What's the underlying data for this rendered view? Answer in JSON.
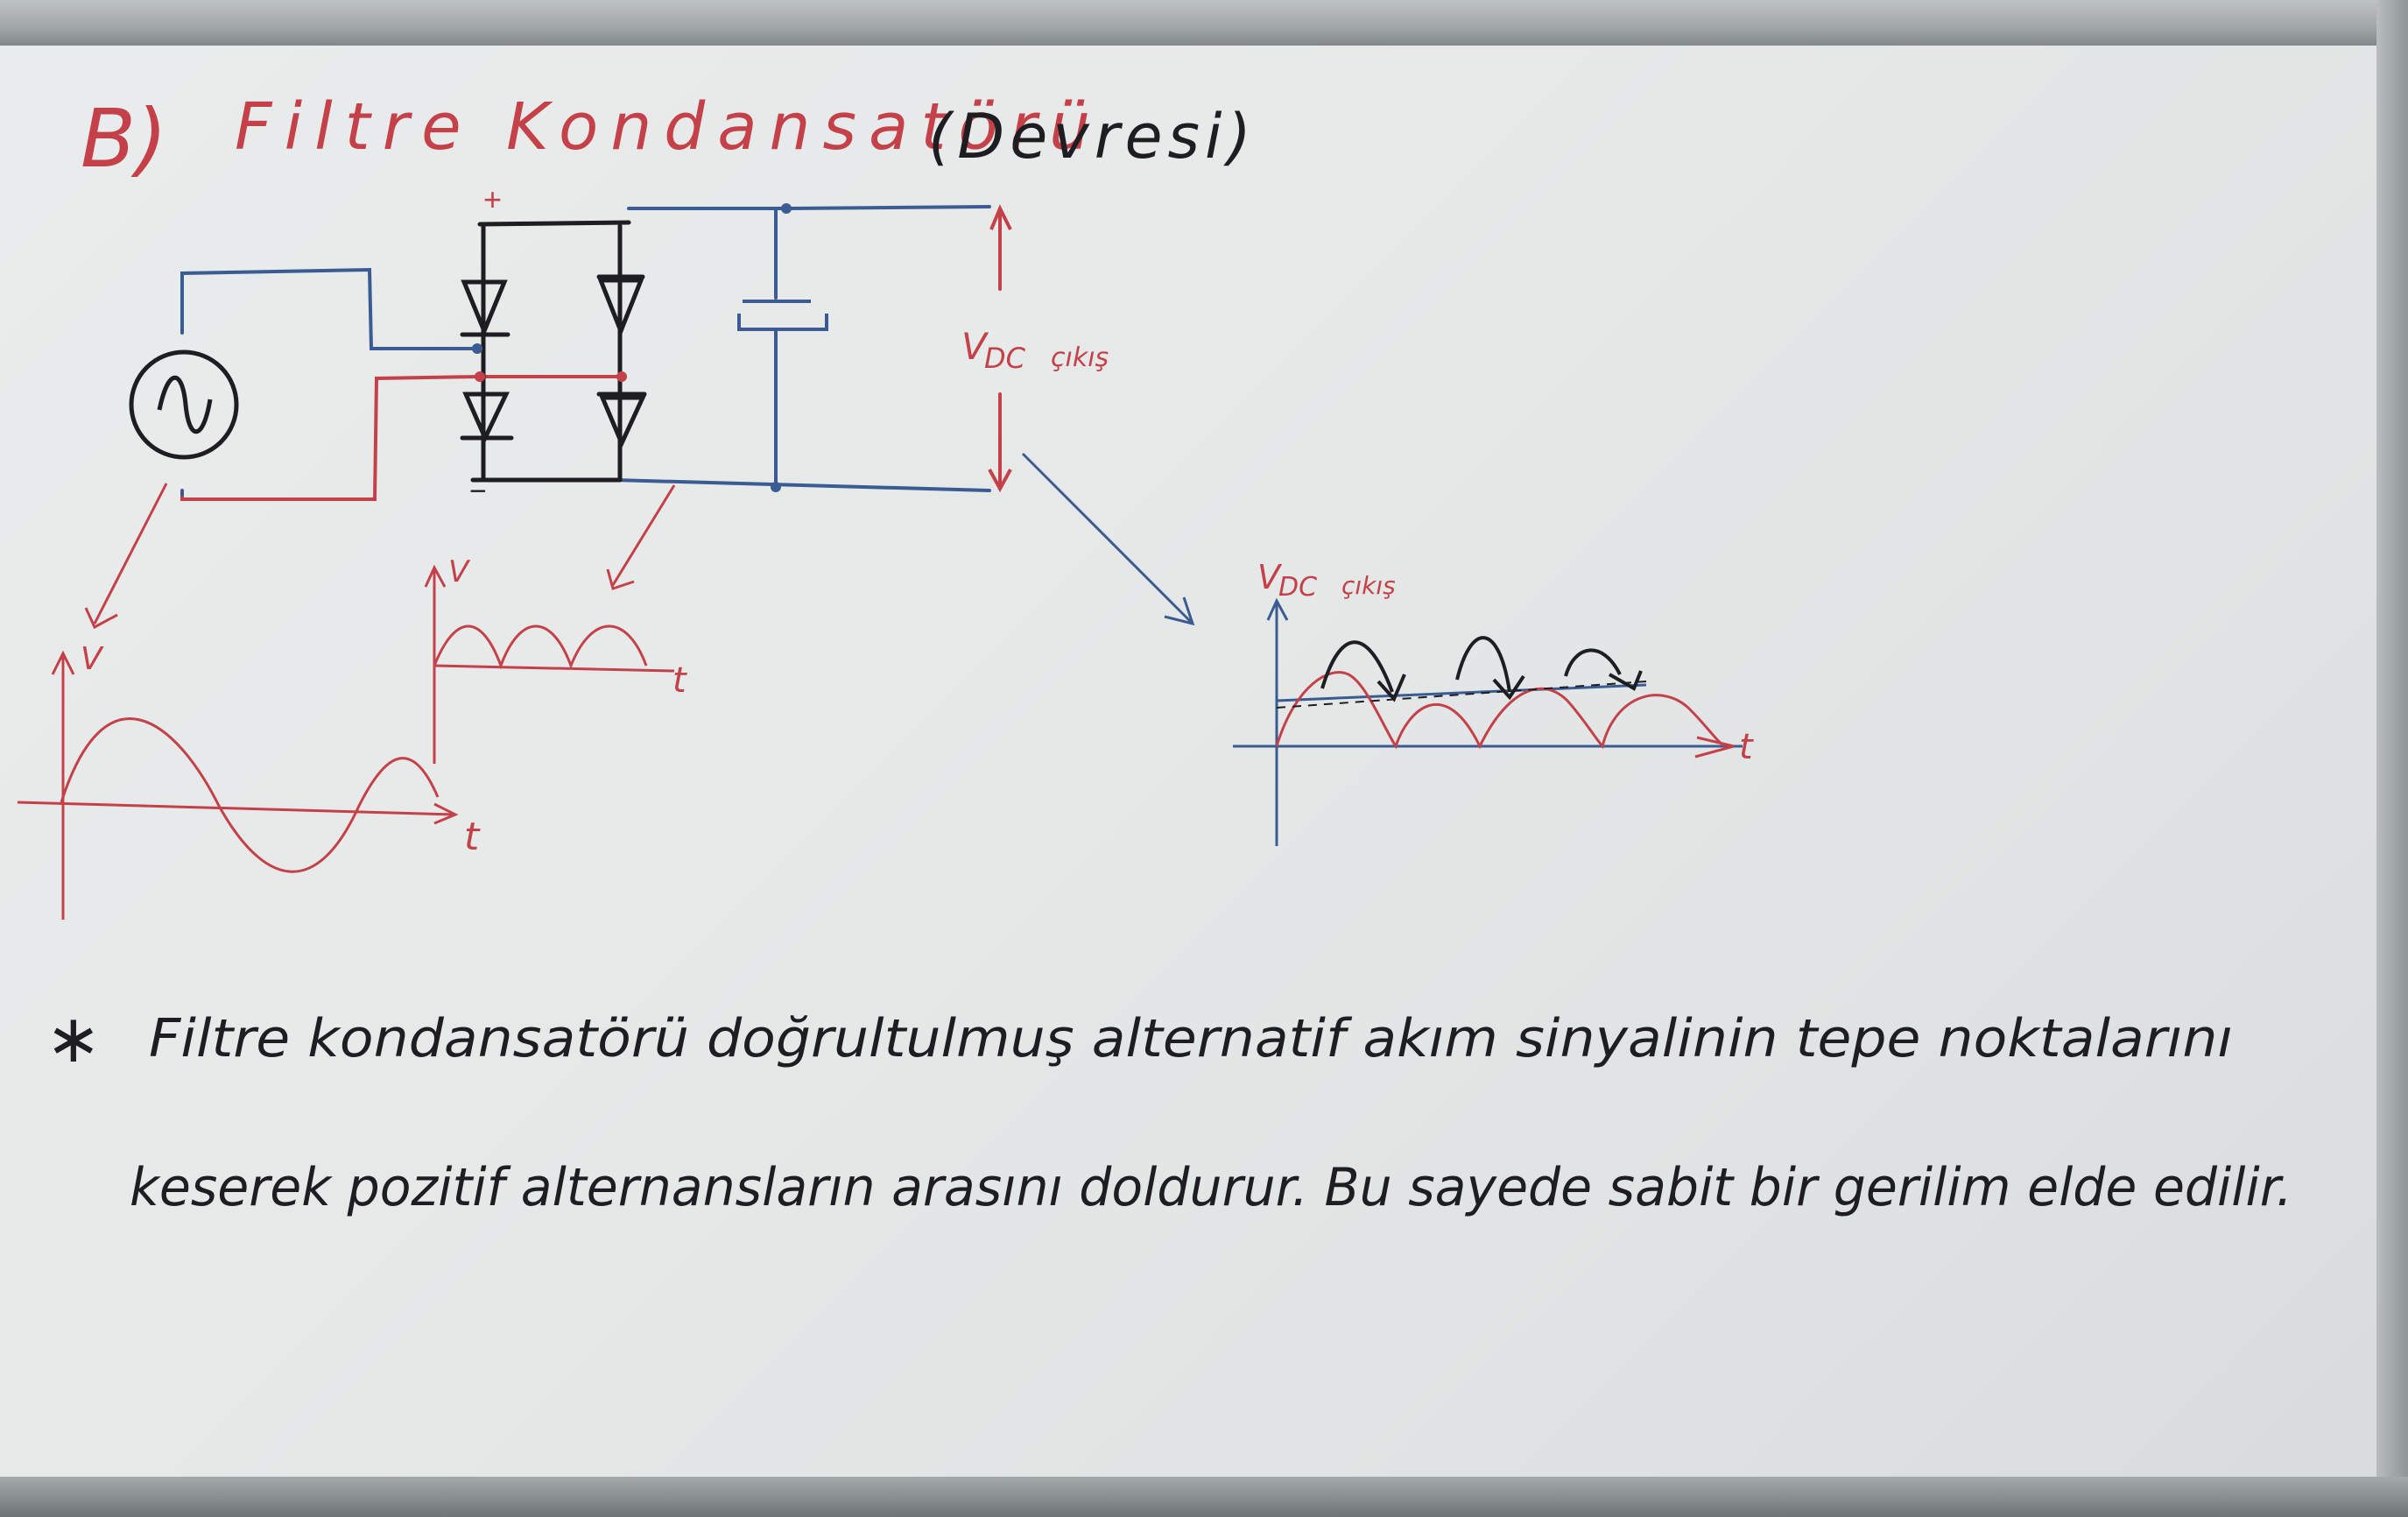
{
  "colors": {
    "red_marker": "#c4414a",
    "blue_marker": "#3a5c92",
    "black_marker": "#1e1e22",
    "board": "#e6e9e8"
  },
  "title": {
    "label": "B)",
    "text": "Filtre Kondansatörü",
    "paren": "(Devresi)"
  },
  "circuit": {
    "plus": "+",
    "minus": "−",
    "source_symbol": "~",
    "vdc_label": "V",
    "vdc_sub": "DC",
    "vdc_word": "çıkış"
  },
  "graphs": {
    "ac": {
      "y": "V",
      "x": "t"
    },
    "rectified": {
      "y": "V",
      "x": "t"
    },
    "filtered": {
      "y_main": "V",
      "y_sub": "DC",
      "y_word": "çıkış",
      "x": "t"
    }
  },
  "note": {
    "star": "∗",
    "line1": "Filtre kondansatörü doğrultulmuş alternatif akım sinyalinin tepe noktalarını",
    "line2": "keserek pozitif alternansların arasını doldurur. Bu sayede sabit bir gerilim elde edilir."
  }
}
